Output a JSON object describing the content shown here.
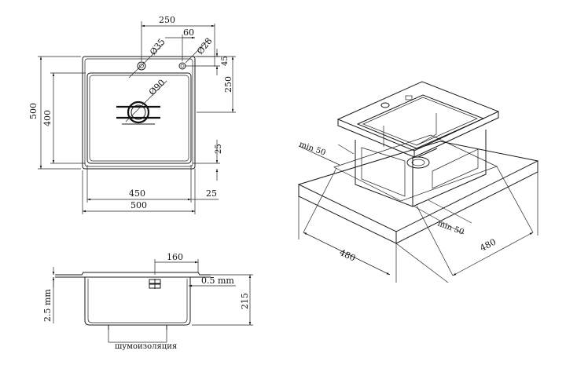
{
  "top_view": {
    "dim_250_top": "250",
    "dim_60": "60",
    "dim_d35": "Ø35",
    "dim_d28": "Ø28",
    "dim_45": "45",
    "dim_250_right": "250",
    "dim_d90": "Ø90",
    "dim_500_left": "500",
    "dim_400_left": "400",
    "dim_25_right": "25",
    "dim_450": "450",
    "dim_25_bottom": "25",
    "dim_500_bottom": "500"
  },
  "section_view": {
    "dim_160": "160",
    "dim_0_5": "0.5 mm",
    "dim_2_5": "2.5 mm",
    "dim_215": "215",
    "note": "шумоизоляция"
  },
  "iso_view": {
    "min50_left": "min 50",
    "min50_right": "min 50",
    "dim_480_left": "480",
    "dim_480_right": "480"
  }
}
